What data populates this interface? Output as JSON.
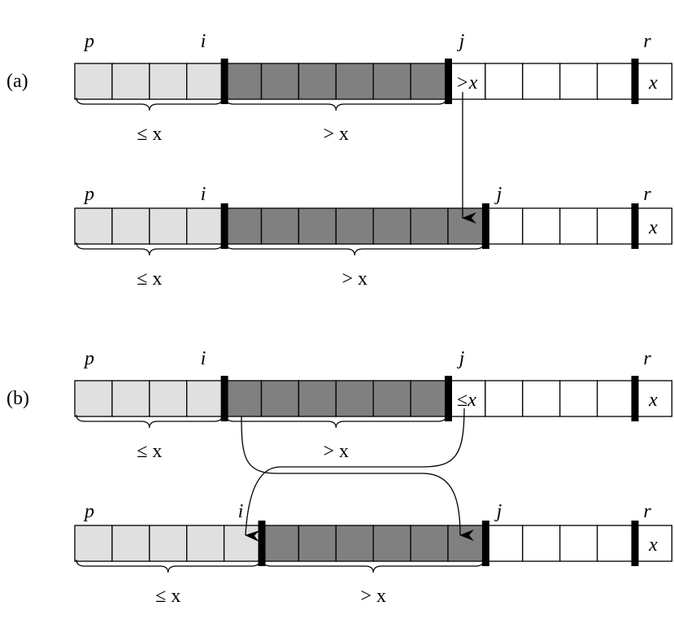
{
  "colors": {
    "light": "#e0e0e0",
    "dark": "#808080",
    "white": "#ffffff",
    "ink": "#000000"
  },
  "parts": [
    {
      "label": "(a)"
    },
    {
      "label": "(b)"
    }
  ],
  "index_labels": [
    "p",
    "i",
    "j",
    "r"
  ],
  "relation_labels": {
    "le": "≤ x",
    "gt": "> x"
  },
  "rows": [
    {
      "cells": [
        "light",
        "light",
        "light",
        "light",
        "dark",
        "dark",
        "dark",
        "dark",
        "dark",
        "dark",
        "white",
        "white",
        "white",
        "white",
        "white",
        "white"
      ],
      "cell_texts": [
        "",
        "",
        "",
        "",
        "",
        "",
        "",
        "",
        "",
        "",
        ">x",
        "",
        "",
        "",
        "",
        ""
      ],
      "pivot": "x",
      "bars_after": [
        3,
        9,
        14
      ],
      "pointer_labels": [
        "p",
        "i",
        "j",
        "r"
      ],
      "braces": [
        {
          "from": 0,
          "to": 3,
          "label": "≤ x"
        },
        {
          "from": 4,
          "to": 9,
          "label": "> x"
        }
      ]
    },
    {
      "cells": [
        "light",
        "light",
        "light",
        "light",
        "dark",
        "dark",
        "dark",
        "dark",
        "dark",
        "dark",
        "dark",
        "white",
        "white",
        "white",
        "white",
        "white"
      ],
      "cell_texts": [
        "",
        "",
        "",
        "",
        "",
        "",
        "",
        "",
        "",
        "",
        "",
        "",
        "",
        "",
        "",
        ""
      ],
      "pivot": "x",
      "bars_after": [
        3,
        10,
        14
      ],
      "pointer_labels": [
        "p",
        "i",
        "j",
        "r"
      ],
      "braces": [
        {
          "from": 0,
          "to": 3,
          "label": "≤ x"
        },
        {
          "from": 4,
          "to": 10,
          "label": "> x"
        }
      ]
    },
    {
      "cells": [
        "light",
        "light",
        "light",
        "light",
        "dark",
        "dark",
        "dark",
        "dark",
        "dark",
        "dark",
        "white",
        "white",
        "white",
        "white",
        "white",
        "white"
      ],
      "cell_texts": [
        "",
        "",
        "",
        "",
        "",
        "",
        "",
        "",
        "",
        "",
        "≤x",
        "",
        "",
        "",
        "",
        ""
      ],
      "pivot": "x",
      "bars_after": [
        3,
        9,
        14
      ],
      "pointer_labels": [
        "p",
        "i",
        "j",
        "r"
      ],
      "braces": [
        {
          "from": 0,
          "to": 3,
          "label": "≤ x"
        },
        {
          "from": 4,
          "to": 9,
          "label": "> x"
        }
      ]
    },
    {
      "cells": [
        "light",
        "light",
        "light",
        "light",
        "light",
        "dark",
        "dark",
        "dark",
        "dark",
        "dark",
        "dark",
        "white",
        "white",
        "white",
        "white",
        "white"
      ],
      "cell_texts": [
        "",
        "",
        "",
        "",
        "",
        "",
        "",
        "",
        "",
        "",
        "",
        "",
        "",
        "",
        "",
        ""
      ],
      "pivot": "x",
      "bars_after": [
        4,
        10,
        14
      ],
      "pointer_labels": [
        "p",
        "i",
        "j",
        "r"
      ],
      "braces": [
        {
          "from": 0,
          "to": 4,
          "label": "≤ x"
        },
        {
          "from": 5,
          "to": 10,
          "label": "> x"
        }
      ]
    }
  ]
}
